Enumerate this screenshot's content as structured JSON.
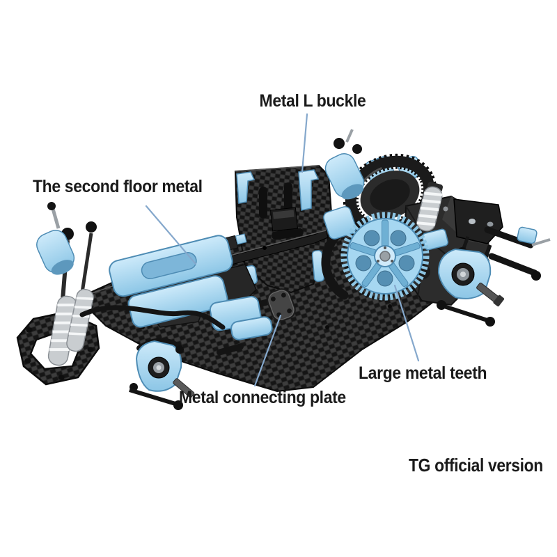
{
  "annotations": {
    "metal_l_buckle": {
      "label": "Metal L buckle"
    },
    "second_floor_metal": {
      "label": "The second floor metal"
    },
    "large_metal_teeth": {
      "label": "Large metal teeth"
    },
    "metal_connecting_plate": {
      "label": "Metal connecting plate"
    }
  },
  "footer": {
    "brand": "TG official version"
  },
  "colors": {
    "background": "#ffffff",
    "label_text": "#1a1a1a",
    "leader_line": "#85a8cc",
    "aluminum_blue": "#a6d7f1",
    "aluminum_blue_edge": "#4e8cb4",
    "carbon_fiber": "#262626",
    "black_plastic": "#1c1c1c",
    "steel_silver": "#c9cdd0"
  },
  "illustration": {
    "subject": "RC drift car chassis exploded-style product view",
    "parts": [
      "front-bumper-plate",
      "front-suspension-assembly",
      "main-carbon-chassis-plate",
      "second-floor-carbon-deck",
      "metal-l-buckle-bracket",
      "metal-connecting-plate",
      "differential-gear",
      "large-spur-gear",
      "rear-motor-mount",
      "rear-suspension-assembly"
    ]
  }
}
